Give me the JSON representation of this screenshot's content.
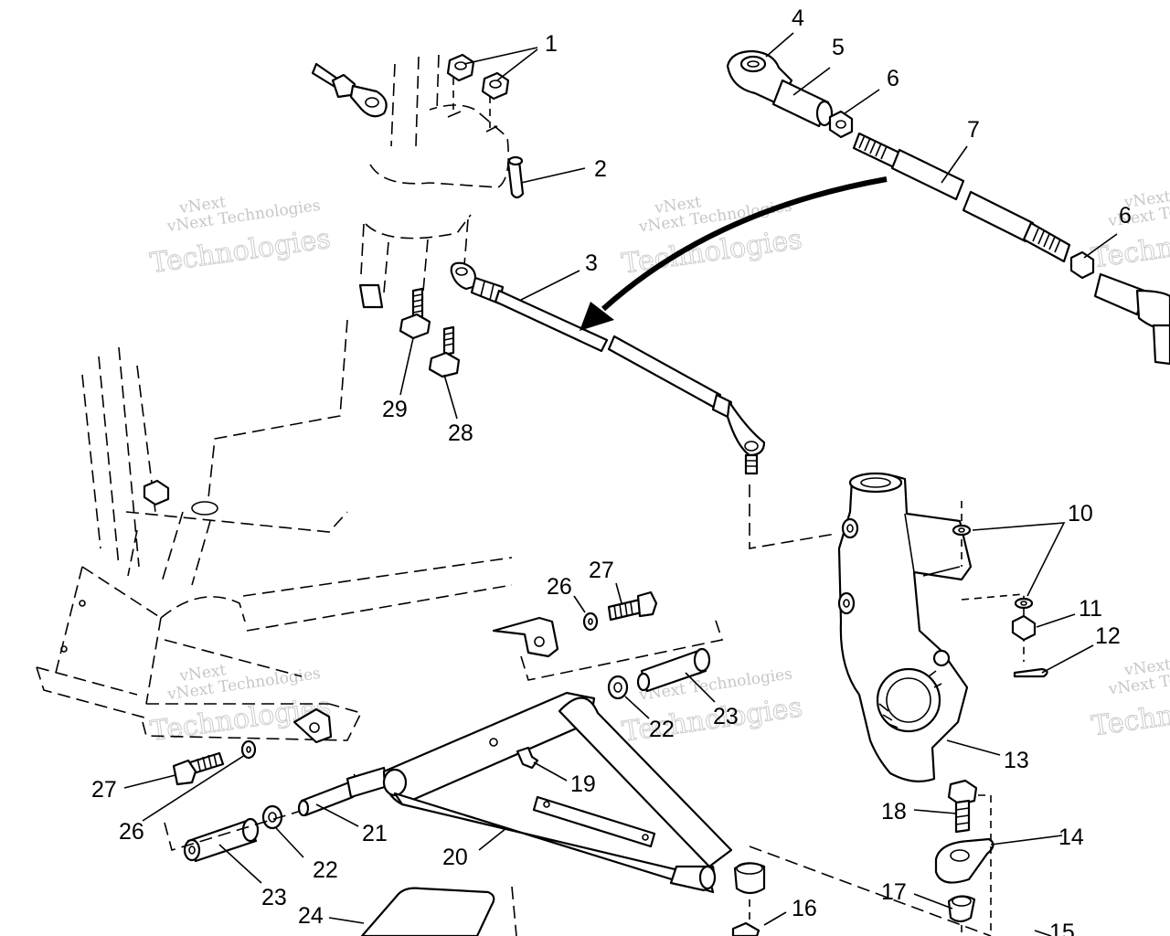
{
  "diagram": {
    "watermark": {
      "line1": "vNext Technologies",
      "line2": "vNext",
      "line3": "Technologies"
    },
    "callouts": [
      {
        "id": "1",
        "label": "1"
      },
      {
        "id": "2",
        "label": "2"
      },
      {
        "id": "3",
        "label": "3"
      },
      {
        "id": "4",
        "label": "4"
      },
      {
        "id": "5",
        "label": "5"
      },
      {
        "id": "6",
        "label": "6"
      },
      {
        "id": "6b",
        "label": "6"
      },
      {
        "id": "7",
        "label": "7"
      },
      {
        "id": "10",
        "label": "10"
      },
      {
        "id": "11",
        "label": "11"
      },
      {
        "id": "12",
        "label": "12"
      },
      {
        "id": "13",
        "label": "13"
      },
      {
        "id": "14",
        "label": "14"
      },
      {
        "id": "15",
        "label": "15"
      },
      {
        "id": "16",
        "label": "16"
      },
      {
        "id": "17",
        "label": "17"
      },
      {
        "id": "18",
        "label": "18"
      },
      {
        "id": "19",
        "label": "19"
      },
      {
        "id": "20",
        "label": "20"
      },
      {
        "id": "21",
        "label": "21"
      },
      {
        "id": "22a",
        "label": "22"
      },
      {
        "id": "22b",
        "label": "22"
      },
      {
        "id": "23a",
        "label": "23"
      },
      {
        "id": "23b",
        "label": "23"
      },
      {
        "id": "24",
        "label": "24"
      },
      {
        "id": "26a",
        "label": "26"
      },
      {
        "id": "26b",
        "label": "26"
      },
      {
        "id": "27a",
        "label": "27"
      },
      {
        "id": "27b",
        "label": "27"
      },
      {
        "id": "28",
        "label": "28"
      },
      {
        "id": "29",
        "label": "29"
      }
    ]
  }
}
